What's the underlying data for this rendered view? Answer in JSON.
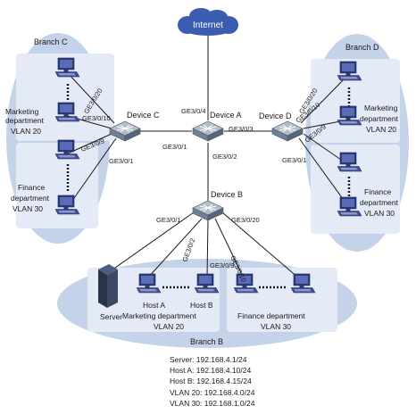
{
  "internet": {
    "label": "Internet"
  },
  "devices": {
    "a": {
      "label": "Device A"
    },
    "b": {
      "label": "Device B"
    },
    "c": {
      "label": "Device C"
    },
    "d": {
      "label": "Device D"
    }
  },
  "ports": {
    "a_up": "GE3/0/4",
    "a_left": "GE3/0/1",
    "a_right": "GE3/0/3",
    "a_down": "GE3/0/2",
    "b_left": "GE3/0/1",
    "b_right": "GE3/0/20",
    "b_srv": "GE3/0/2",
    "b_mkt": "GE3/0/9",
    "b_fin": "GE3/0/10",
    "c_top": "GE3/0/20",
    "c_mid": "GE3/0/10",
    "c_fin": "GE3/0/9",
    "c_up": "GE3/0/1",
    "d_top": "GE3/0/20",
    "d_mid": "GE3/0/10",
    "d_fin": "GE3/0/9",
    "d_up": "GE3/0/1"
  },
  "branch_c": {
    "title": "Branch C",
    "mkt_line1": "Marketing",
    "mkt_line2": "department",
    "mkt_line3": "VLAN 20",
    "fin_line1": "Finance",
    "fin_line2": "department",
    "fin_line3": "VLAN 30"
  },
  "branch_d": {
    "title": "Branch D",
    "mkt_line1": "Marketing",
    "mkt_line2": "department",
    "mkt_line3": "VLAN 20",
    "fin_line1": "Finance",
    "fin_line2": "department",
    "fin_line3": "VLAN 30"
  },
  "branch_b": {
    "title": "Branch B",
    "server": "Server",
    "host_a": "Host A",
    "host_b": "Host B",
    "mkt_line1": "Marketing department",
    "mkt_line2": "VLAN 20",
    "fin_line1": "Finance department",
    "fin_line2": "VLAN 30"
  },
  "addresses": [
    "Server: 192.168.4.1/24",
    "Host A: 192.168.4.10/24",
    "Host B: 192.168.4.15/24",
    "VLAN 20: 192.168.4.0/24",
    "VLAN 30: 192.168.1.0/24"
  ],
  "colors": {
    "ellipse": "#c4d2ea",
    "panel": "#e4eaf6",
    "cloud": "#3a5db2",
    "switch": "#6f7f95",
    "monitor": "#3f4f94",
    "line": "#1a1a1a"
  }
}
